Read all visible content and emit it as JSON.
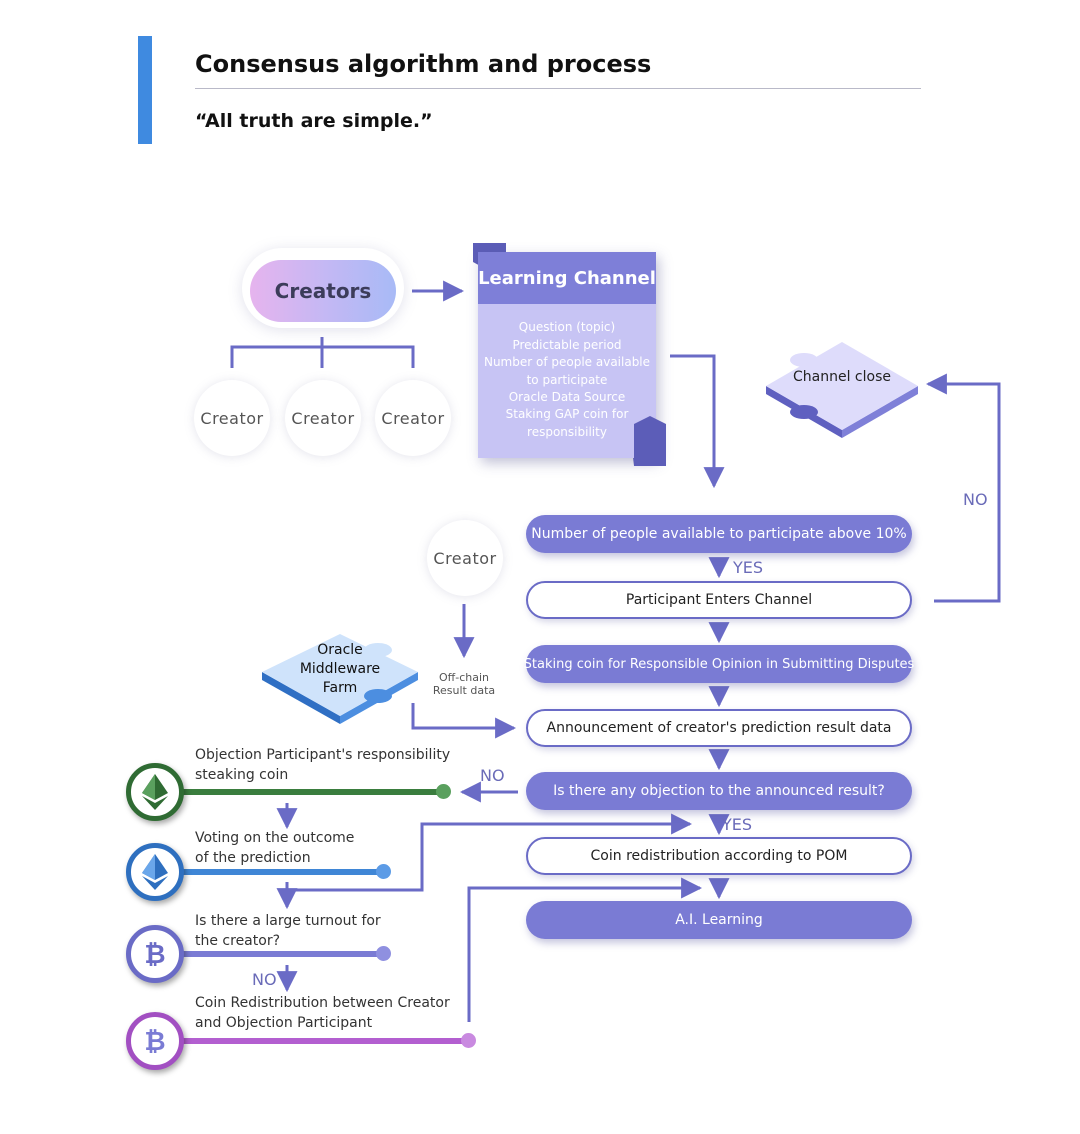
{
  "header": {
    "title": "Consensus algorithm and process",
    "subtitle": "“All truth are simple.”"
  },
  "creators": {
    "label": "Creators",
    "children": [
      "Creator",
      "Creator",
      "Creator"
    ],
    "standalone": "Creator"
  },
  "learning_channel": {
    "title": "Learning Channel",
    "items": [
      "Question (topic)",
      "Predictable period",
      "Number of people available",
      "to participate",
      "Oracle Data Source",
      "Staking GAP coin for",
      "responsibility"
    ]
  },
  "channel_close": "Channel close",
  "oracle": {
    "lines": [
      "Oracle",
      "Middleware",
      "Farm"
    ]
  },
  "offchain": {
    "lines": [
      "Off-chain",
      "Result data"
    ]
  },
  "flow": [
    {
      "label": "Number of people available to participate above 10%",
      "style": "filled"
    },
    {
      "label": "Participant Enters Channel",
      "style": "outline"
    },
    {
      "label": "Staking coin for Responsible Opinion in Submitting Disputes",
      "style": "filled"
    },
    {
      "label": "Announcement of creator's prediction result data",
      "style": "outline"
    },
    {
      "label": "Is there any objection to the announced result?",
      "style": "filled"
    },
    {
      "label": "Coin redistribution according to POM",
      "style": "outline"
    },
    {
      "label": "A.I. Learning",
      "style": "filled"
    }
  ],
  "labels": {
    "yes": "YES",
    "no": "NO"
  },
  "left_flow": [
    {
      "text": [
        "Objection Participant's responsibility",
        "steaking coin"
      ],
      "coin": "ethereum",
      "color": "#3a7d3e"
    },
    {
      "text": [
        "Voting on the outcome",
        "of the prediction"
      ],
      "coin": "ethereum",
      "color": "#3f86d6"
    },
    {
      "text": [
        "Is there a large turnout for",
        "the creator?"
      ],
      "coin": "bitcoin",
      "color": "#7a7bd4"
    },
    {
      "text": [
        "Coin Redistribution between Creator",
        "and Objection Participant"
      ],
      "coin": "bitcoin",
      "color": "#b35fd0"
    }
  ],
  "colors": {
    "accent": "#3f8ae0",
    "primary": "#7a7bd4",
    "line": "#6a6bc6"
  }
}
